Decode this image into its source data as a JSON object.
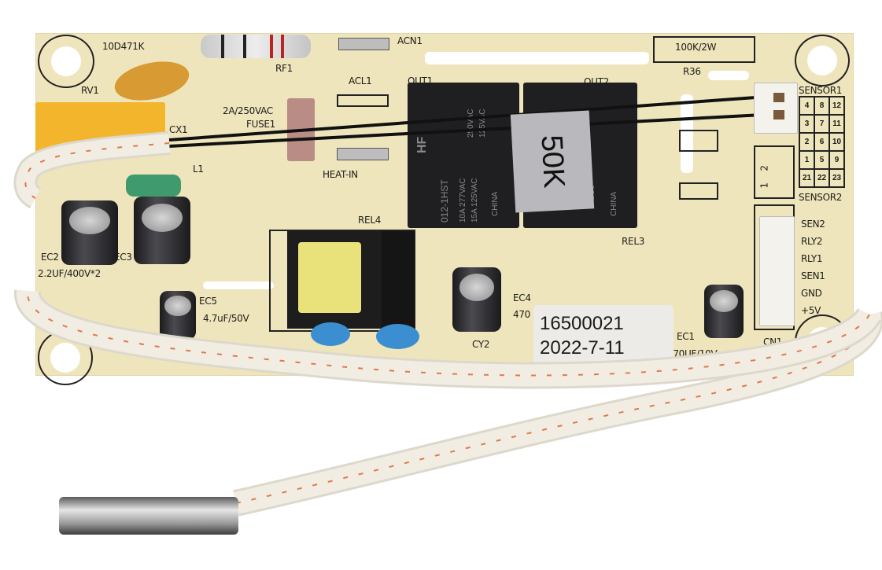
{
  "silkscreen": [
    "10D471K",
    "RF1",
    "ACN1",
    "RV1",
    "ACL1",
    "OUT1",
    "OUT2",
    "100K/2W",
    "R36",
    "SENSOR1",
    "2A/250VAC",
    "FUSE1",
    "CX1",
    "HEAT-IN",
    "L1",
    "SENSOR2",
    "REL4",
    "REL3",
    "EC2",
    "EC3",
    "2.2UF/400V*2",
    "SEN2",
    "RLY2",
    "RLY1",
    "SEN1",
    "GND",
    "+5V",
    "EC5",
    "4.7uF/50V",
    "EC4",
    "470",
    "CY2",
    "EC1",
    "470UF/10V",
    "CN1"
  ],
  "sensor_grid": [
    "4",
    "8",
    "12",
    "3",
    "7",
    "11",
    "2",
    "6",
    "10",
    "1",
    "5",
    "9",
    "21",
    "22",
    "23"
  ],
  "sensor2_pins": [
    "1",
    "2"
  ],
  "relay": {
    "brand": "HF",
    "model": "012-1HST",
    "rating1": "10A 277VAC",
    "rating2": "15A 125VAC",
    "origin": "CHINA",
    "rating3": "250VAC",
    "rating4": "125VAC",
    "model2": "SC0"
  },
  "tag": "50K",
  "sticker": {
    "code": "16500021",
    "date": "2022-7-11"
  },
  "colors": {
    "board": "#efe5bd",
    "sleeve": "#f1ede3",
    "stripe": "#e07a4a"
  }
}
